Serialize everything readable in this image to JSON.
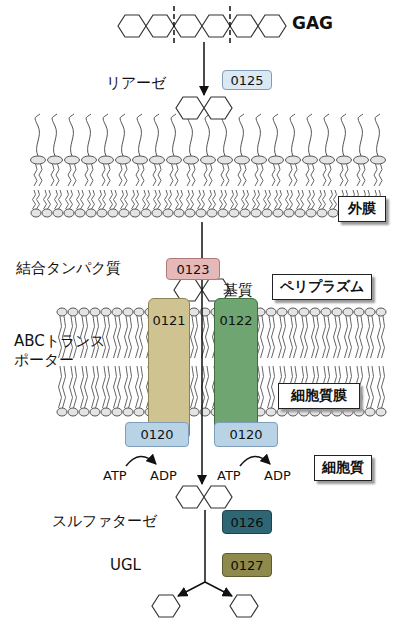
{
  "diagram": {
    "nodes": [
      {
        "text": [
          "0125"
        ]
      },
      {
        "text": [
          "外膜"
        ]
      },
      {
        "text": [
          "0123"
        ]
      },
      {
        "text": [
          "ペリプラズム"
        ]
      },
      {
        "text": [
          "0121"
        ]
      },
      {
        "text": [
          "0122"
        ]
      },
      {
        "text": [
          "細胞質膜"
        ]
      },
      {
        "text": [
          "0120"
        ]
      },
      {
        "text": [
          "0120"
        ]
      },
      {
        "text": [
          "細胞質"
        ]
      },
      {
        "text": [
          "0126"
        ]
      },
      {
        "text": [
          "0127"
        ]
      }
    ],
    "labels": [
      "GAG",
      "リアーゼ",
      "結合タンパク質",
      "基質",
      "ABCトランスポーター",
      "ATP",
      "ADP",
      "ATP",
      "ADP",
      "スルファターゼ",
      "UGL"
    ]
  }
}
